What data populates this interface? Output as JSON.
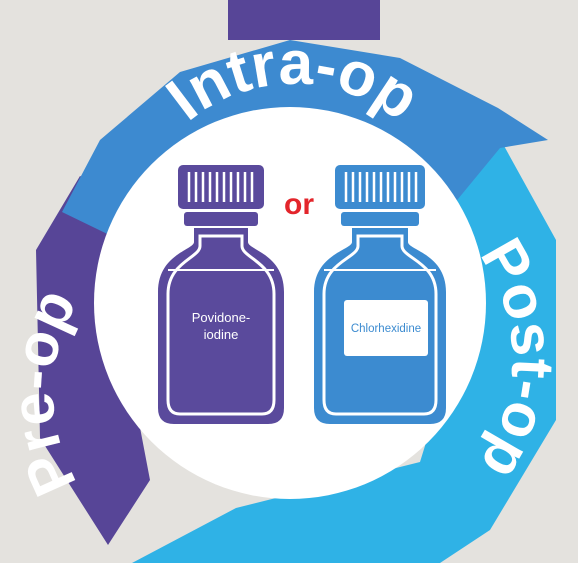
{
  "colors": {
    "background": "#e4e2de",
    "pre_op": "#574597",
    "intra_op": "#3d8ad0",
    "post_op": "#2fb2e6",
    "center": "#ffffff",
    "or_text": "#e3252b",
    "bottle_purple": "#5a4a9c",
    "bottle_blue": "#3c8bd0"
  },
  "phases": {
    "intra_op": "Intra-op",
    "post_op": "Post-op",
    "pre_op": "Pre-op"
  },
  "center": {
    "connector": "or",
    "bottle_left": {
      "line1": "Povidone-",
      "line2": "iodine",
      "icon": "purple-bottle-icon"
    },
    "bottle_right": {
      "line1": "Chlorhexidine",
      "icon": "blue-bottle-icon"
    }
  }
}
